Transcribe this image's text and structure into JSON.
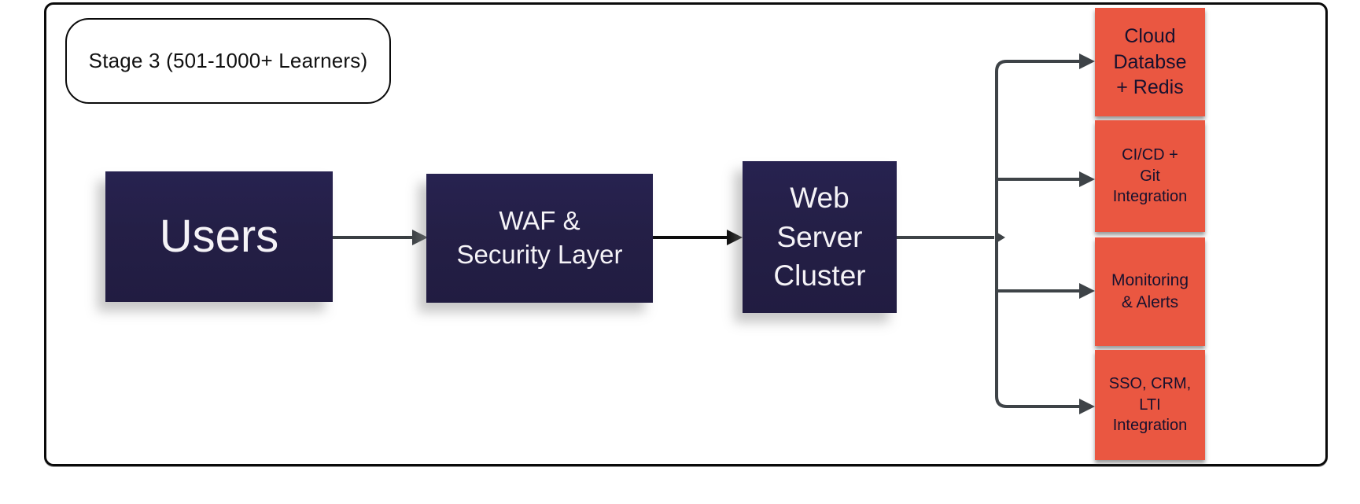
{
  "diagram": {
    "stage_label": "Stage 3 (501-1000+ Learners)",
    "nodes": {
      "users": {
        "label": "Users"
      },
      "waf": {
        "label": "WAF &\nSecurity Layer"
      },
      "web_server": {
        "label": "Web\nServer\nCluster"
      }
    },
    "targets": [
      {
        "label": "Cloud\nDatabse\n+ Redis"
      },
      {
        "label": "CI/CD +\nGit\nIntegration"
      },
      {
        "label": "Monitoring\n& Alerts"
      },
      {
        "label": "SSO, CRM,\nLTI\nIntegration"
      }
    ],
    "colors": {
      "node_navy": "#241f46",
      "node_orange": "#ea5741",
      "connector_slate": "#3e4347",
      "connector_black": "#0d0d0d",
      "text_light": "#f5f3f7",
      "text_dark": "#17112e",
      "frame_border": "#0a0a0a"
    }
  }
}
